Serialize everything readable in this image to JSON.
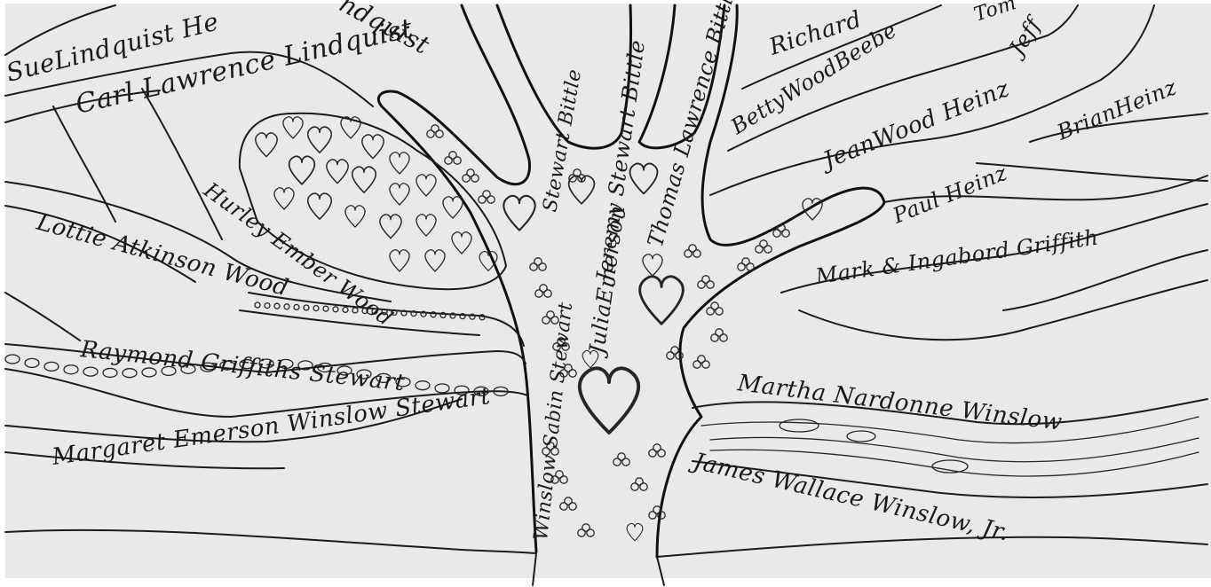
{
  "colors": {
    "paper": "#e9e9e6",
    "ink": "#1b1b1b",
    "frame": "#ffffff"
  },
  "names": {
    "sue_lindquist": "SueLindquist He",
    "carl_lindquist": "Carl Lawrence Lindquist",
    "lindquist_top": "ndquist",
    "hurley_wood": "Hurley Ember Wood",
    "lottie_wood": "Lottie Atkinson Wood",
    "raymond_stewart": "Raymond Griffiths Stewart",
    "margaret_stewart": "Margaret Emerson Winslow Stewart",
    "richard": "Richard",
    "betty_beebe": "BettyWoodBeebe",
    "tom": "Tom",
    "jeff": "Jeff",
    "jean_heinz": "JeanWood Heinz",
    "brian_heinz": "BrianHeinz",
    "paul_heinz": "Paul Heinz",
    "mark_griffith": "Mark & Ingabord Griffith",
    "martha_winslow": "Martha Nardonne Winslow",
    "james_winslow": "James Wallace Winslow, Jr.",
    "thomas_bittle": "Thomas Lawrence Bittle",
    "jeremy_bittle": "Jeremy Stewart Bittle",
    "julia_emerson": "JuliaEmerson",
    "winslow_sabin": "Winslow Sabin Stewart",
    "stewart_bittle": "Stewart Bittle"
  }
}
